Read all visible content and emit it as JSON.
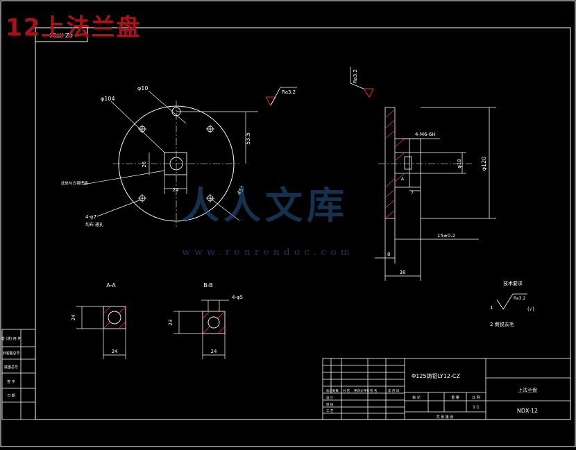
{
  "overlay_title": "12上法兰盘",
  "rotated_code": "CZ-XT04",
  "dims": {
    "hole_d": "φ10",
    "bolt_circle": "φ104",
    "depth": "53.5",
    "angle": "45°",
    "square": "24",
    "square_h": "26",
    "holes_4": "4-φ7",
    "holes_4_note": "均布 通孔",
    "note_side": "此处与方钢焊接",
    "thread": "4-M6-6H",
    "bore": "φ18",
    "outer": "φ120",
    "len15": "15±0.2",
    "len8": "8",
    "len38": "38",
    "small7": "7",
    "secA": "A",
    "aa_w": "24",
    "aa_h": "24",
    "bb_w": "24",
    "bb_h": "23",
    "bb_holes": "4-φ5"
  },
  "roughness": {
    "main": "Ra3.2",
    "side": "Ra3.2",
    "tech": "Ra3.2",
    "tech_paren": "(√)"
  },
  "sections": {
    "aa": "A-A",
    "bb": "B-B"
  },
  "tech_notes": {
    "heading": "技术要求",
    "item1": "1",
    "item2": "2 倒锐去毛"
  },
  "title_block": {
    "material": "Φ125铸铝LY12-CZ",
    "part_name": "上法兰盘",
    "drawing_no": "NDX-12",
    "mark_label": "标 记",
    "weight_label": "重 量",
    "scale_label": "比 例",
    "scale_value": "1:1",
    "sheet_label": "共   张   第   张",
    "rev_cols": [
      "标记",
      "处数",
      "分 区",
      "更改文件号",
      "签 名",
      "年 月 日"
    ],
    "role_rows": [
      "设 计",
      "审 核",
      "工 艺"
    ],
    "left_rows": [
      "借 (通) 用 件",
      "旧底图总号",
      "底图总号",
      "签 字",
      "日 期"
    ]
  },
  "watermark": {
    "brand": "人人文库",
    "url": "www.renrendoc.com"
  }
}
